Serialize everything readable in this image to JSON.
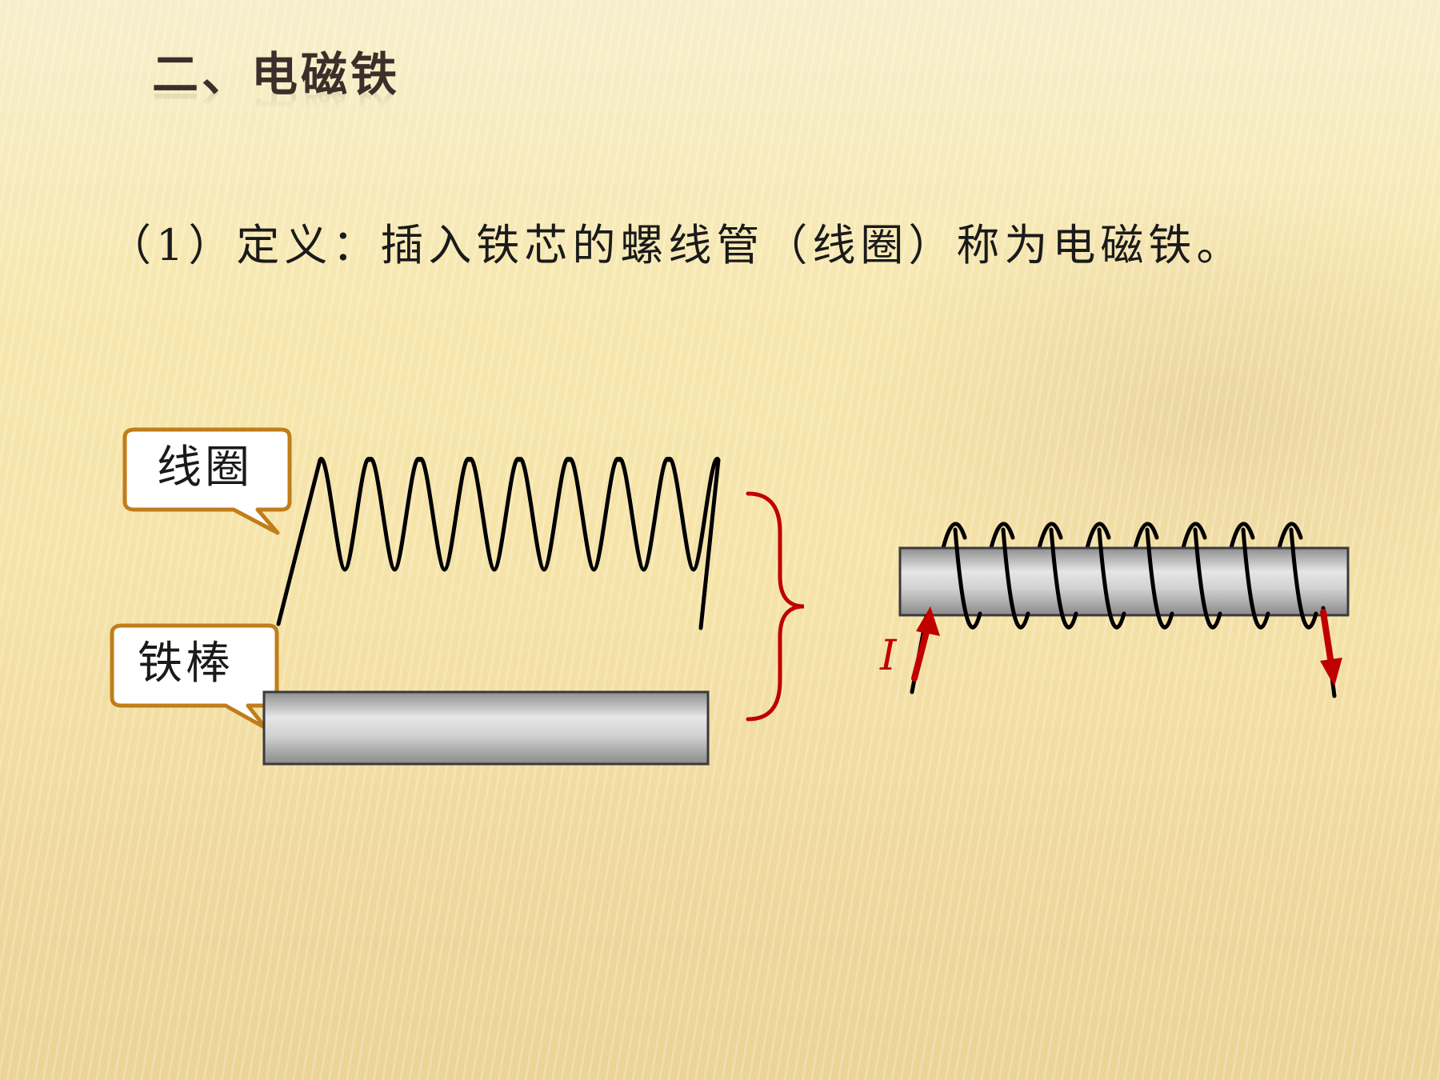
{
  "slide": {
    "title": "二、电磁铁",
    "definition": "（1）定义：插入铁芯的螺线管（线圈）称为电磁铁。"
  },
  "diagram": {
    "coil_label": "线圈",
    "rod_label": "铁棒",
    "current_label": "I",
    "colors": {
      "callout_border": "#c07d1a",
      "brace": "#c00000",
      "arrow": "#c00000",
      "wire": "#000000",
      "rod": "#c8c8c8"
    }
  }
}
